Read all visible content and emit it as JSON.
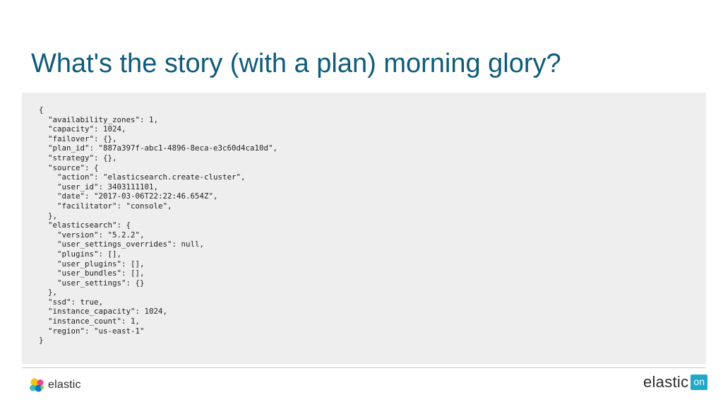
{
  "slide": {
    "title": "What's the story (with a plan) morning glory?"
  },
  "code": {
    "text": "{\n  \"availability_zones\": 1,\n  \"capacity\": 1024,\n  \"failover\": {},\n  \"plan_id\": \"887a397f-abc1-4896-8eca-e3c60d4ca10d\",\n  \"strategy\": {},\n  \"source\": {\n    \"action\": \"elasticsearch.create-cluster\",\n    \"user_id\": 3403111101,\n    \"date\": \"2017-03-06T22:22:46.654Z\",\n    \"facilitator\": \"console\",\n  },\n  \"elasticsearch\": {\n    \"version\": \"5.2.2\",\n    \"user_settings_overrides\": null,\n    \"plugins\": [],\n    \"user_plugins\": [],\n    \"user_bundles\": [],\n    \"user_settings\": {}\n  },\n  \"ssd\": true,\n  \"instance_capacity\": 1024,\n  \"instance_count\": 1,\n  \"region\": \"us-east-1\"\n}"
  },
  "footer": {
    "left_logo_text": "elastic",
    "right_logo_word": "elastic",
    "right_logo_badge": "on"
  },
  "colors": {
    "title": "#0f5b7a",
    "code_background": "#eeeeee",
    "badge": "#22a9c9"
  },
  "icons": {
    "left_logo": "elastic-cluster-logo-icon"
  }
}
